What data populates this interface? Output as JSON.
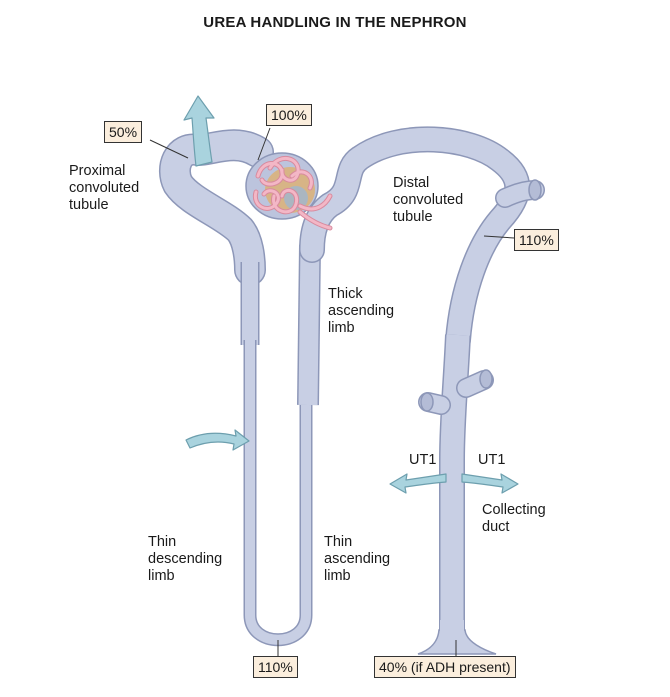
{
  "title": "UREA HANDLING IN THE NEPHRON",
  "colors": {
    "tubule_fill": "#c8cfe4",
    "tubule_stroke": "#8d97b8",
    "arrow_fill": "#a9d3de",
    "arrow_stroke": "#6d9fae",
    "box_fill": "#fbeedd",
    "glomerulus_pink": "#f3b7c6",
    "glomerulus_tan": "#d9b27c"
  },
  "percent_boxes": {
    "proximal": "50%",
    "bowman": "100%",
    "distal": "110%",
    "loop_bottom": "110%",
    "collecting_end": "40% (if ADH present)"
  },
  "labels": {
    "proximal": [
      "Proximal",
      "convoluted",
      "tubule"
    ],
    "distal": [
      "Distal",
      "convoluted",
      "tubule"
    ],
    "thick_ascending": [
      "Thick",
      "ascending",
      "limb"
    ],
    "thin_descending": [
      "Thin",
      "descending",
      "limb"
    ],
    "thin_ascending": [
      "Thin",
      "ascending",
      "limb"
    ],
    "collecting": [
      "Collecting",
      "duct"
    ],
    "ut1_left": "UT1",
    "ut1_right": "UT1"
  }
}
